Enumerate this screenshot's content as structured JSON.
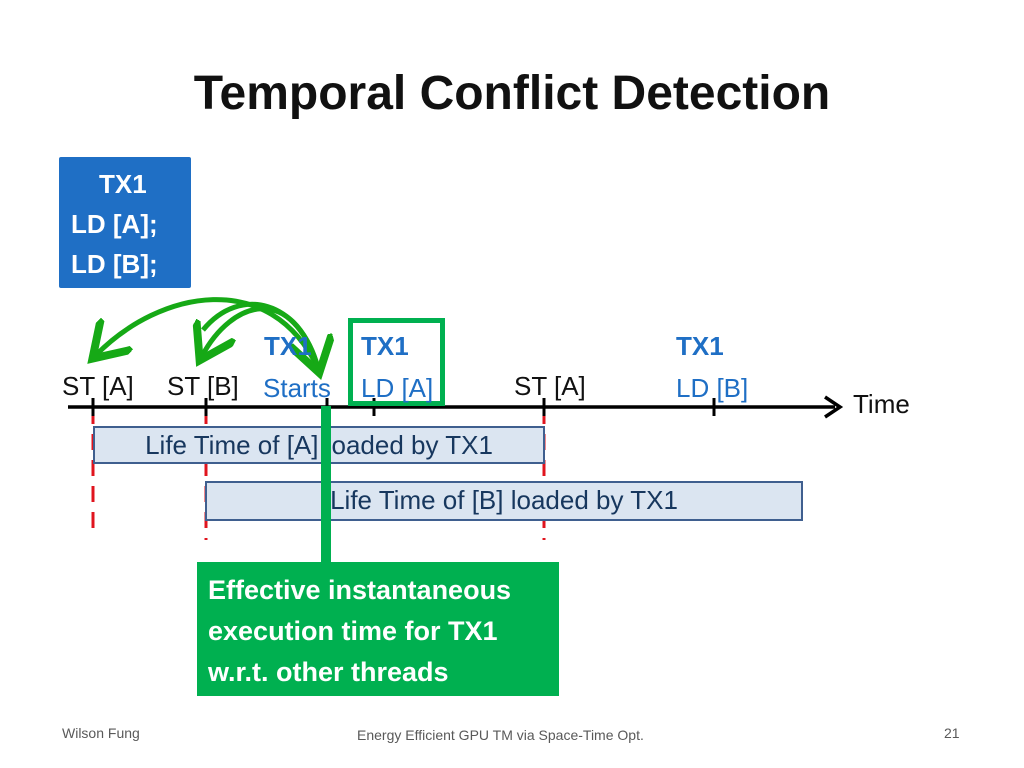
{
  "slide": {
    "title": "Temporal Conflict Detection",
    "page_number": "21"
  },
  "tx_box": {
    "line1": "TX1",
    "line2": "LD [A];",
    "line3": "LD [B];"
  },
  "timeline": {
    "events": {
      "st_a_1": "ST [A]",
      "st_b": "ST [B]",
      "tx1_start_title": "TX1",
      "tx1_start_label": "Starts",
      "ld_a_title": "TX1",
      "ld_a_label": "LD [A]",
      "st_a_2": "ST [A]",
      "ld_b_title": "TX1",
      "ld_b_label": "LD [B]"
    },
    "axis_label": "Time"
  },
  "lifetimes": {
    "a": "Life Time of [A] loaded by TX1",
    "b": "Life Time of [B] loaded by TX1"
  },
  "callout": {
    "line1": "Effective instantaneous",
    "line2": "execution time for TX1",
    "line3": "w.r.t. other threads"
  },
  "footer": {
    "author": "Wilson Fung",
    "talk": "Energy Efficient GPU TM via Space-Time Opt."
  },
  "colors": {
    "accent_blue": "#1f6fc5",
    "green": "#00b050",
    "arrow_green": "#16a916",
    "red_dash": "#e0141e",
    "lifetime_fill": "#dbe5f1"
  }
}
